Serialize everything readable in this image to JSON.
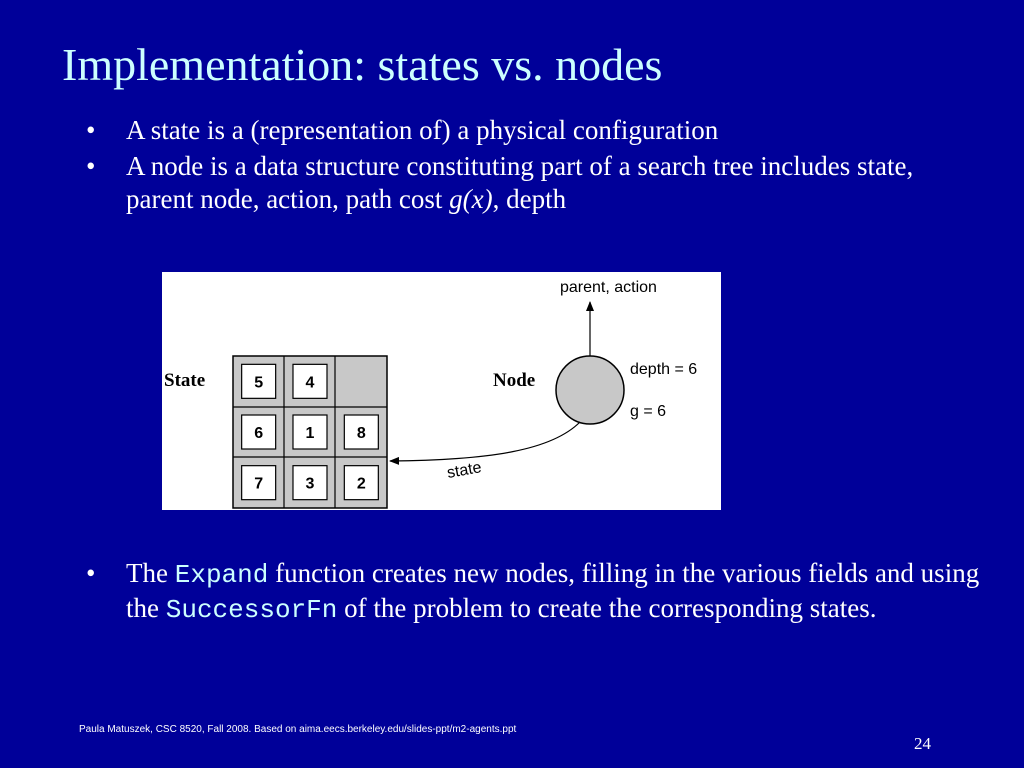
{
  "slide": {
    "title": "Implementation: states vs. nodes",
    "bullet_char": "•",
    "bullets_top": [
      {
        "text": "A state is a (representation of) a physical configuration"
      },
      {
        "text_before": "A node is a data structure constituting part of a search tree includes state, parent node, action, path cost ",
        "italic": "g(x)",
        "text_after": ", depth"
      }
    ],
    "bullet_bottom": {
      "t1": "The ",
      "code1": "Expand",
      "t2": " function creates new nodes, filling in the various fields and using the ",
      "code2": "SuccessorFn",
      "t3": " of the problem to create the corresponding states."
    },
    "footer": "Paula Matuszek, CSC 8520, Fall 2008.  Based on aima.eecs.berkeley.edu/slides-ppt/m2-agents.ppt",
    "page_number": "24"
  },
  "diagram": {
    "state_label": "State",
    "node_label": "Node",
    "parent_action_label": "parent, action",
    "depth_label": "depth = 6",
    "g_label": "g = 6",
    "state_arrow_label": "state",
    "tiles": [
      "5",
      "4",
      "",
      "6",
      "1",
      "8",
      "7",
      "3",
      "2"
    ]
  }
}
